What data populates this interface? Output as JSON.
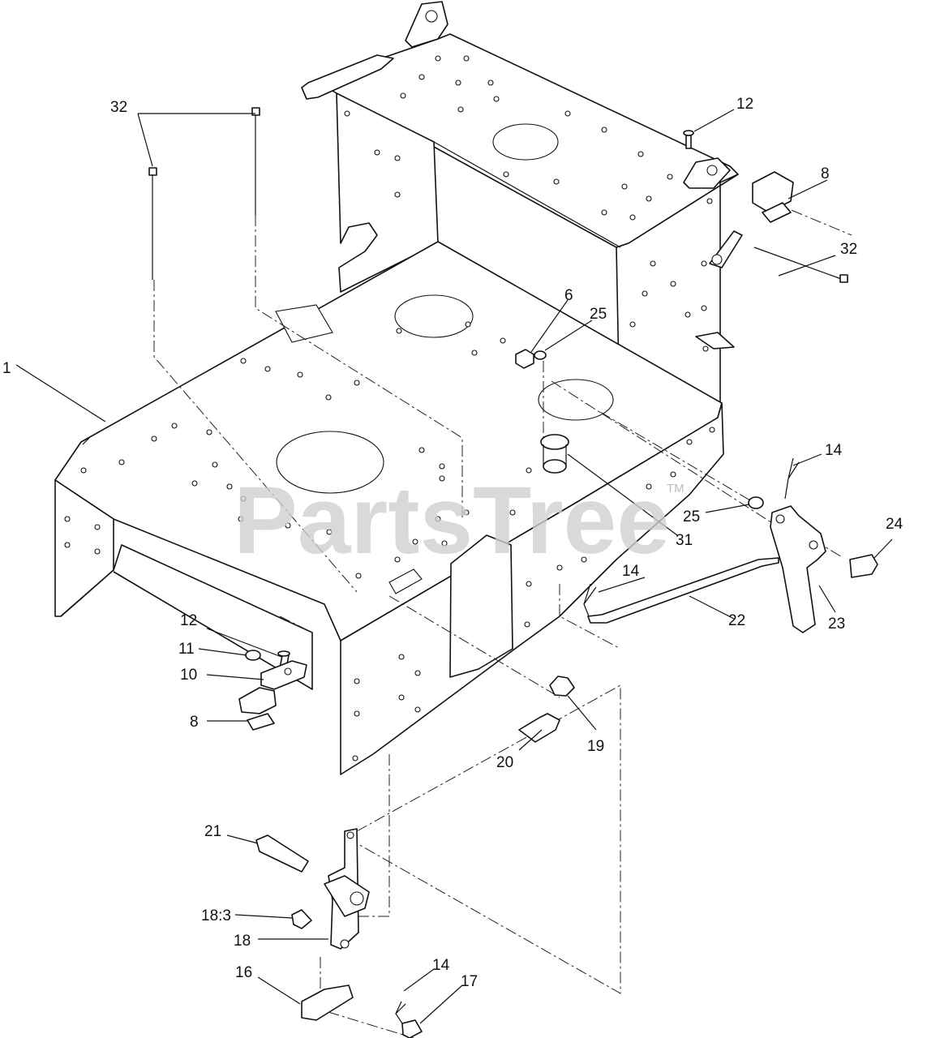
{
  "watermark": {
    "text": "PartsTree",
    "trademark": "TM"
  },
  "callouts": [
    {
      "id": "c-32-a",
      "label": "32"
    },
    {
      "id": "c-12-a",
      "label": "12"
    },
    {
      "id": "c-8-a",
      "label": "8"
    },
    {
      "id": "c-32-b",
      "label": "32"
    },
    {
      "id": "c-1",
      "label": "1"
    },
    {
      "id": "c-6",
      "label": "6"
    },
    {
      "id": "c-25-a",
      "label": "25"
    },
    {
      "id": "c-14-a",
      "label": "14"
    },
    {
      "id": "c-25-b",
      "label": "25"
    },
    {
      "id": "c-31",
      "label": "31"
    },
    {
      "id": "c-24",
      "label": "24"
    },
    {
      "id": "c-14-b",
      "label": "14"
    },
    {
      "id": "c-23",
      "label": "23"
    },
    {
      "id": "c-22",
      "label": "22"
    },
    {
      "id": "c-12-b",
      "label": "12"
    },
    {
      "id": "c-11",
      "label": "11"
    },
    {
      "id": "c-10",
      "label": "10"
    },
    {
      "id": "c-8-b",
      "label": "8"
    },
    {
      "id": "c-19",
      "label": "19"
    },
    {
      "id": "c-20",
      "label": "20"
    },
    {
      "id": "c-21",
      "label": "21"
    },
    {
      "id": "c-18-3",
      "label": "18:3"
    },
    {
      "id": "c-18",
      "label": "18"
    },
    {
      "id": "c-16",
      "label": "16"
    },
    {
      "id": "c-14-c",
      "label": "14"
    },
    {
      "id": "c-17",
      "label": "17"
    }
  ]
}
